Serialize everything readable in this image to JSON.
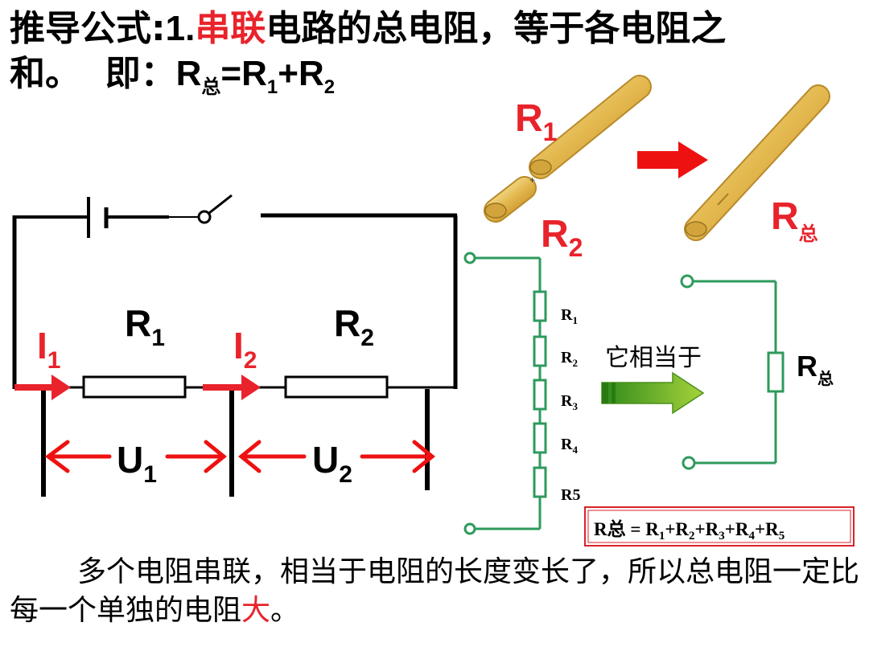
{
  "title": {
    "prefix": "推导公式:",
    "number": "1.",
    "highlight": "串联",
    "rest": "电路的总电阻，等于各电阻之和。",
    "formula_label": "即：",
    "formula_lhs": "R",
    "formula_lhs_sub": "总",
    "formula_eq": "=R",
    "formula_sub1": "1",
    "formula_plus": "+R",
    "formula_sub2": "2"
  },
  "rod_illustration": {
    "r1_label": "R",
    "r1_sub": "1",
    "r2_label": "R",
    "r2_sub": "2",
    "rtotal_label": "R",
    "rtotal_sub": "总",
    "colors": {
      "label": "#e8232b",
      "rod": "#e9c35b",
      "arrow": "#ee1111"
    }
  },
  "circuit": {
    "r1_label": "R",
    "r1_sub": "1",
    "r2_label": "R",
    "r2_sub": "2",
    "i1_label": "I",
    "i1_sub": "1",
    "i2_label": "I",
    "i2_sub": "2",
    "u1_label": "U",
    "u1_sub": "1",
    "u2_label": "U",
    "u2_sub": "2",
    "colors": {
      "current": "#e8232b",
      "voltage_arrow": "#ee1111",
      "wire": "#000000"
    }
  },
  "series_chain": {
    "labels": [
      {
        "base": "R",
        "sub": "1"
      },
      {
        "base": "R",
        "sub": "2"
      },
      {
        "base": "R",
        "sub": "3"
      },
      {
        "base": "R",
        "sub": "4"
      },
      {
        "base": "R5",
        "sub": ""
      }
    ],
    "equivalent_text": "它相当于",
    "total_label": "R",
    "total_sub": "总",
    "colors": {
      "wire": "#2e9a5c",
      "arrow": "#6cb421"
    }
  },
  "formula_box": {
    "text_lhs": "R总 = R",
    "parts": [
      {
        "sub": "1",
        "next": "+R"
      },
      {
        "sub": "2",
        "next": "+R"
      },
      {
        "sub": "3",
        "next": "+R"
      },
      {
        "sub": "4",
        "next": "+R"
      },
      {
        "sub": "5",
        "next": ""
      }
    ],
    "border_color": "#d9232b"
  },
  "bottom_text": {
    "main": "多个电阻串联，相当于电阻的长度变长了，所以总电阻一定比每一个单独的电阻",
    "highlight": "大",
    "end": "。"
  }
}
